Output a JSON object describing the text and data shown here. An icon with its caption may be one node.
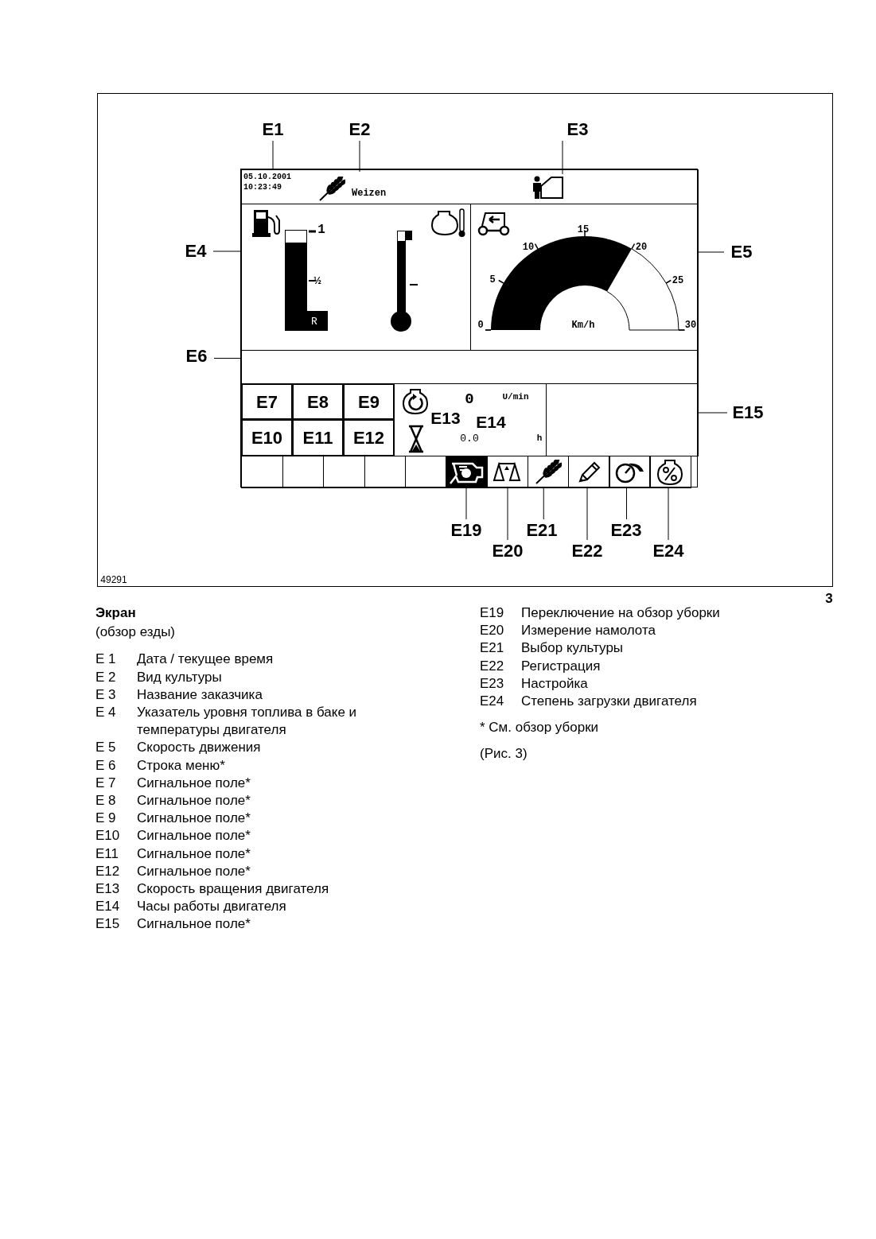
{
  "diagram": {
    "title": "Экран",
    "nodes": [
      {
        "text": [
          "E1"
        ]
      },
      {
        "text": [
          "E2"
        ]
      },
      {
        "text": [
          "E3"
        ]
      },
      {
        "text": [],
        "shape": "box"
      },
      {
        "text": [],
        "shape": "box",
        "in": 3
      },
      {
        "text": [
          "05.10.2001",
          "10:23:49"
        ],
        "in": 4
      },
      {
        "text": [
          "Weizen"
        ],
        "in": 4
      },
      {
        "text": [],
        "shape": "picture",
        "in": 4
      },
      {
        "text": [
          "E4"
        ]
      },
      {
        "text": [],
        "shape": "box",
        "in": 3
      },
      {
        "text": [],
        "shape": "box",
        "in": 3
      },
      {
        "text": [
          "E5"
        ]
      },
      {
        "text": [
          "E6"
        ]
      },
      {
        "text": [],
        "shape": "box",
        "in": 3
      },
      {
        "text": [
          "E7"
        ],
        "in": 3
      },
      {
        "text": [
          "E8"
        ],
        "in": 3
      },
      {
        "text": [
          "E9"
        ],
        "in": 3
      },
      {
        "text": [
          "E10"
        ],
        "in": 3
      },
      {
        "text": [
          "E11"
        ],
        "in": 3
      },
      {
        "text": [
          "E12"
        ],
        "in": 3
      },
      {
        "text": [
          "0",
          "U/min",
          "E13",
          "E14",
          "0.0",
          "h"
        ],
        "in": 3
      },
      {
        "text": [],
        "shape": "box",
        "in": 3
      },
      {
        "text": [
          "E15"
        ]
      },
      {
        "text": [],
        "shape": "box",
        "in": 3
      },
      {
        "text": [],
        "shape": "box",
        "in": 3
      },
      {
        "text": [],
        "shape": "box",
        "in": 3
      },
      {
        "text": [],
        "shape": "box",
        "in": 3
      },
      {
        "text": [],
        "shape": "box",
        "in": 3
      },
      {
        "text": [],
        "shape": "box",
        "in": 3
      },
      {
        "text": [],
        "shape": "box",
        "in": 3
      },
      {
        "text": [],
        "shape": "box",
        "in": 3
      },
      {
        "text": [],
        "shape": "box",
        "in": 3
      },
      {
        "text": [],
        "shape": "box",
        "in": 3
      },
      {
        "text": [],
        "shape": "box",
        "in": 3
      },
      {
        "text": [
          "E19"
        ]
      },
      {
        "text": [
          "E20"
        ]
      },
      {
        "text": [
          "E21"
        ]
      },
      {
        "text": [
          "E22"
        ]
      },
      {
        "text": [
          "E23"
        ]
      },
      {
        "text": [
          "E24"
        ]
      }
    ],
    "edges": [
      {
        "from": 0,
        "to": 5,
        "arrow": "none"
      },
      {
        "from": 1,
        "to": 6,
        "arrow": "none"
      },
      {
        "from": 2,
        "to": 7,
        "arrow": "none"
      },
      {
        "from": 8,
        "to": 9,
        "arrow": "none"
      },
      {
        "from": 11,
        "to": 10,
        "arrow": "none"
      },
      {
        "from": 12,
        "to": 13,
        "arrow": "none"
      },
      {
        "from": 22,
        "to": 21,
        "arrow": "none"
      },
      {
        "from": 34,
        "to": 28,
        "arrow": "none"
      },
      {
        "from": 35,
        "to": 29,
        "arrow": "none"
      },
      {
        "from": 36,
        "to": 30,
        "arrow": "none"
      },
      {
        "from": 37,
        "to": 31,
        "arrow": "none"
      },
      {
        "from": 38,
        "to": 32,
        "arrow": "none"
      },
      {
        "from": 39,
        "to": 33,
        "arrow": "none"
      }
    ],
    "labels": [
      "1",
      "½",
      "R",
      "0",
      "5",
      "10",
      "15",
      "20",
      "25",
      "Km/h",
      "30",
      "49291",
      "3",
      "(обзор езды)",
      "E 1",
      "Дата / текущее время",
      "E 2",
      "Вид культуры",
      "E 3",
      "Название заказчика",
      "E 4",
      "Указатель уровня топлива в баке и температуры двигателя",
      "E 5",
      "Скорость движения",
      "E 6",
      "Строка меню*",
      "E 7",
      "Сигнальное поле*",
      "E 8",
      "Сигнальное поле*",
      "E 9",
      "Сигнальное поле*",
      "E10",
      "Сигнальное поле*",
      "E11",
      "Сигнальное поле*",
      "E12",
      "Сигнальное поле*",
      "E13",
      "Скорость вращения двигателя",
      "E14",
      "Часы работы двигателя",
      "E15",
      "Сигнальное поле*",
      "E19",
      "Переключение на обзор уборки",
      "E20",
      "Измерение намолота",
      "E21",
      "Выбор культуры",
      "E22",
      "Регистрация",
      "E23",
      "Настройка",
      "E24",
      "Степень загрузки двигателя",
      "* См. обзор уборки",
      "(Рис. 3)"
    ]
  }
}
